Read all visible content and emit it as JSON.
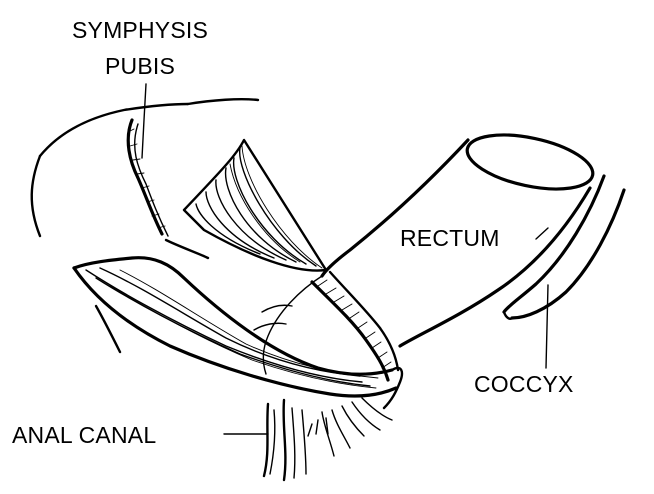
{
  "labels": {
    "symphysis_line1": "SYMPHYSIS",
    "symphysis_line2": "PUBIS",
    "rectum": "RECTUM",
    "coccyx": "COCCYX",
    "anal_canal": "ANAL CANAL"
  }
}
